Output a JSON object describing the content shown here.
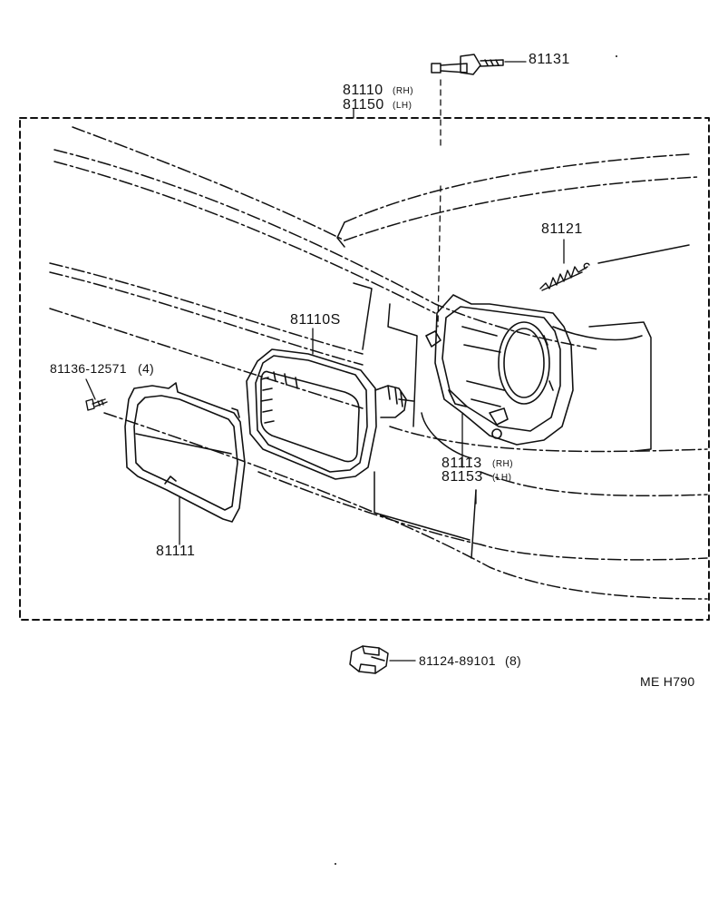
{
  "labels": {
    "p81131": "81131",
    "p81110": "81110",
    "rh1": "(RH)",
    "p81150": "81150",
    "lh1": "(LH)",
    "p81121": "81121",
    "p81110S": "81110S",
    "p81136": "81136-12571",
    "qty4": "(4)",
    "p81113": "81113",
    "rh2": "(RH)",
    "p81153": "81153",
    "lh2": "(LH)",
    "p81111": "81111",
    "p81124": "81124-89101",
    "qty8": "(8)",
    "ref_code": "ME  H790"
  }
}
